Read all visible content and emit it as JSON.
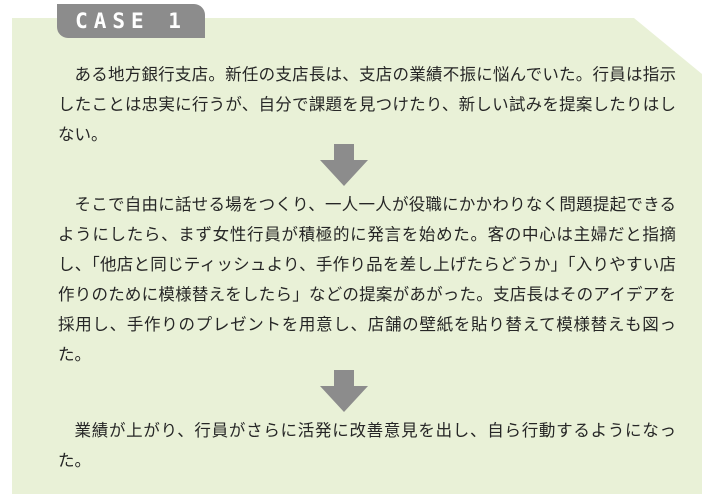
{
  "case_label": "CASE 1",
  "paragraphs": [
    "ある地方銀行支店。新任の支店長は、支店の業績不振に悩んでいた。行員は指示したことは忠実に行うが、自分で課題を見つけたり、新しい試みを提案したりはしない。",
    "そこで自由に話せる場をつくり、一人一人が役職にかかわりなく問題提起できるようにしたら、まず女性行員が積極的に発言を始めた。客の中心は主婦だと指摘し、「他店と同じティッシュより、手作り品を差し上げたらどうか」「入りやすい店作りのために模様替えをしたら」などの提案があがった。支店長はそのアイデアを採用し、手作りのプレゼントを用意し、店舗の壁紙を貼り替えて模様替えも図った。",
    "業績が上がり、行員がさらに活発に改善意見を出し、自ら行動するようになった。"
  ],
  "icons": [
    "down-arrow-icon",
    "down-arrow-icon"
  ],
  "colors": {
    "panel_background": "#e9f1d7",
    "tag_background": "#8c8c8c",
    "arrow": "#8c8c8c",
    "text": "#262626"
  }
}
